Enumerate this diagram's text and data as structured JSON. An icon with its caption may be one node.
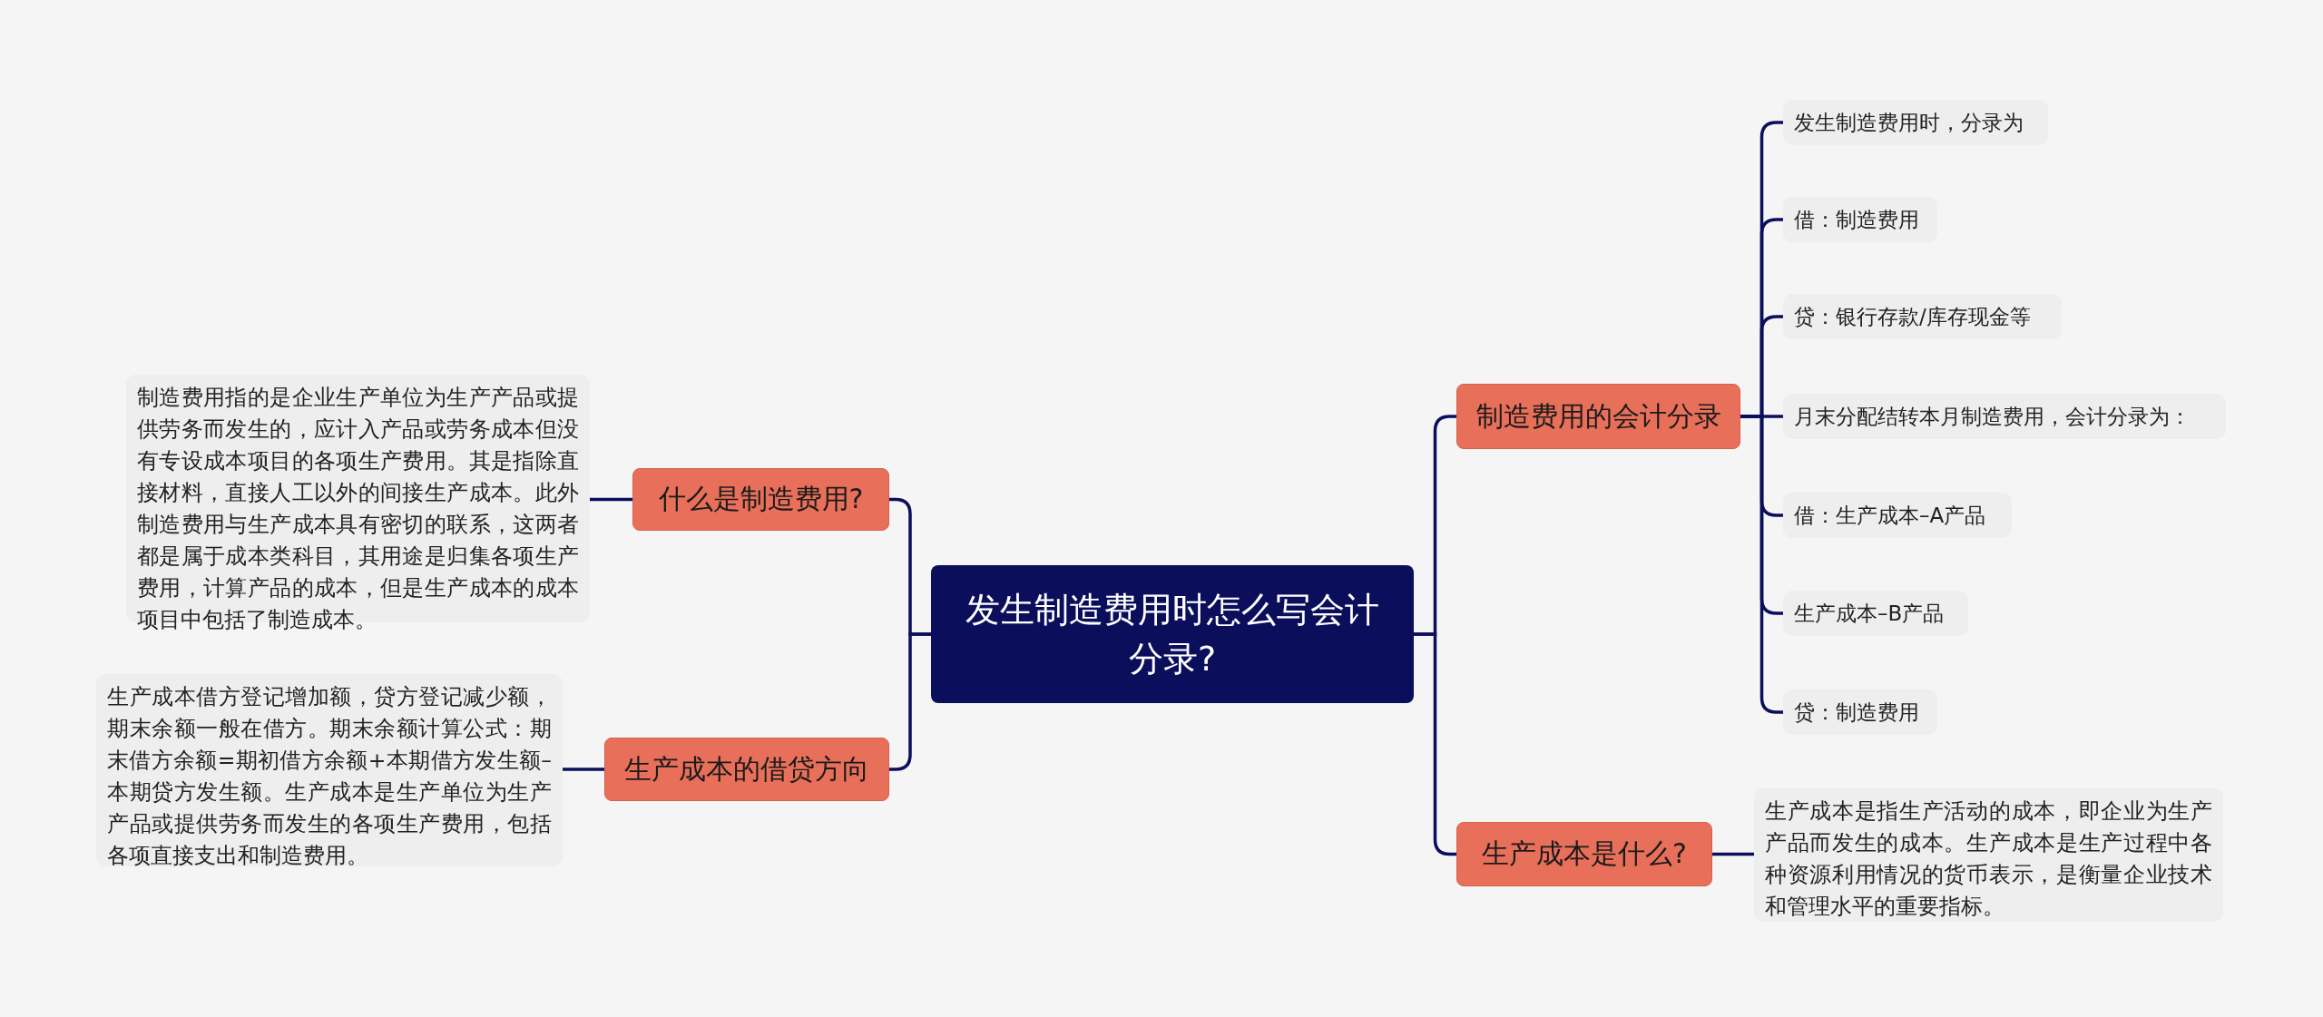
{
  "diagram": {
    "nodes": [
      {
        "text": [
          "发生制造费用时怎么写会计分录?"
        ]
      },
      {
        "text": [
          "什么是制造费用?"
        ]
      },
      {
        "text": [
          "制造费用指的是企业生产单位为生产产品或提供劳务而发生的，应计入产品或劳务成本但没有专设成本项目的各项生产费用。其是指除直接材料，直接人工以外的间接生产成本。此外制造费用与生产成本具有密切的联系，这两者都是属于成本类科目，其用途是归集各项生产费用，计算产品的成本，但是生产成本的成本项目中包括了制造成本。"
        ]
      },
      {
        "text": [
          "生产成本的借贷方向"
        ]
      },
      {
        "text": [
          "生产成本借方登记增加额，贷方登记减少额，期末余额一般在借方。期末余额计算公式：期末借方余额=期初借方余额+本期借方发生额–本期贷方发生额。生产成本是生产单位为生产产品或提供劳务而发生的各项生产费用，包括各项直接支出和制造费用。"
        ]
      },
      {
        "text": [
          "制造费用的会计分录"
        ]
      },
      {
        "text": [
          "发生制造费用时，分录为"
        ]
      },
      {
        "text": [
          "借：制造费用"
        ]
      },
      {
        "text": [
          "贷：银行存款/库存现金等"
        ]
      },
      {
        "text": [
          "月末分配结转本月制造费用，会计分录为："
        ]
      },
      {
        "text": [
          "借：生产成本–A产品"
        ]
      },
      {
        "text": [
          "生产成本–B产品"
        ]
      },
      {
        "text": [
          "贷：制造费用"
        ]
      },
      {
        "text": [
          "生产成本是什么?"
        ]
      },
      {
        "text": [
          "生产成本是指生产活动的成本，即企业为生产产品而发生的成本。生产成本是生产过程中各种资源利用情况的货币表示，是衡量企业技术和管理水平的重要指标。"
        ]
      }
    ],
    "edges": [
      {
        "from": 0,
        "to": 1,
        "arrow": "none"
      },
      {
        "from": 0,
        "to": 3,
        "arrow": "none"
      },
      {
        "from": 0,
        "to": 5,
        "arrow": "none"
      },
      {
        "from": 0,
        "to": 13,
        "arrow": "none"
      },
      {
        "from": 1,
        "to": 2,
        "arrow": "none"
      },
      {
        "from": 3,
        "to": 4,
        "arrow": "none"
      },
      {
        "from": 5,
        "to": 6,
        "arrow": "none"
      },
      {
        "from": 5,
        "to": 7,
        "arrow": "none"
      },
      {
        "from": 5,
        "to": 8,
        "arrow": "none"
      },
      {
        "from": 5,
        "to": 9,
        "arrow": "none"
      },
      {
        "from": 5,
        "to": 10,
        "arrow": "none"
      },
      {
        "from": 5,
        "to": 11,
        "arrow": "none"
      },
      {
        "from": 5,
        "to": 12,
        "arrow": "none"
      },
      {
        "from": 13,
        "to": 14,
        "arrow": "none"
      }
    ]
  }
}
